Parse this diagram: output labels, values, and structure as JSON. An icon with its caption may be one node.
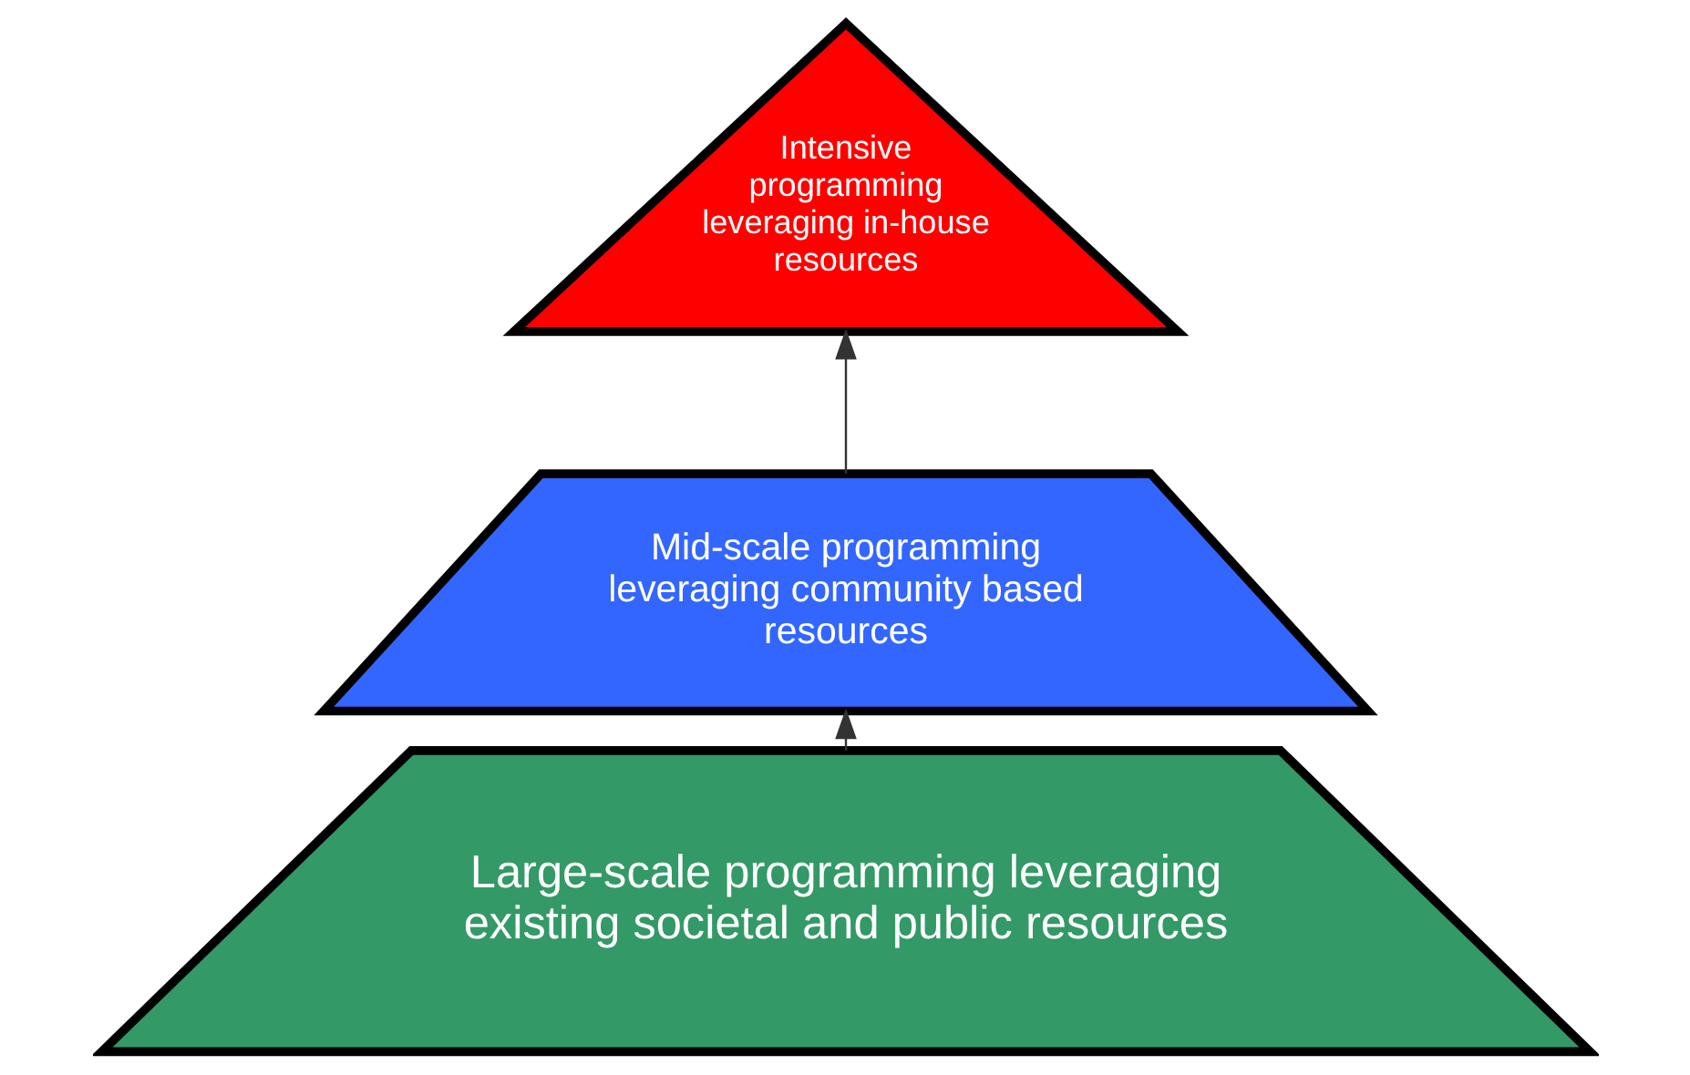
{
  "diagram": {
    "nodes": [
      {
        "text": [
          "Intensive programming leveraging in-house resources"
        ]
      },
      {
        "text": [
          "Mid-scale programming leveraging community based resources"
        ]
      },
      {
        "text": [
          "Large-scale programming leveraging existing societal and public resources"
        ]
      }
    ],
    "edges": [
      {
        "from": 2,
        "to": 1,
        "arrow": "to"
      },
      {
        "from": 1,
        "to": 0,
        "arrow": "to"
      }
    ]
  }
}
